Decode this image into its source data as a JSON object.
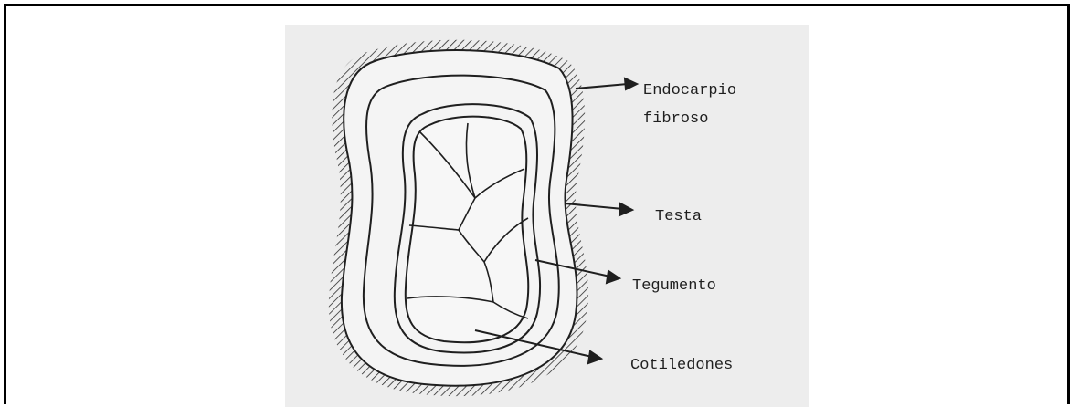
{
  "diagram": {
    "labels": {
      "endocarpio_line1": "Endocarpio",
      "endocarpio_line2": "fibroso",
      "testa": "Testa",
      "tegumento": "Tegumento",
      "cotiledones": "Cotiledones"
    },
    "colors": {
      "paper": "#ededed",
      "ink": "#1f1f1f",
      "frame": "#000000"
    }
  }
}
